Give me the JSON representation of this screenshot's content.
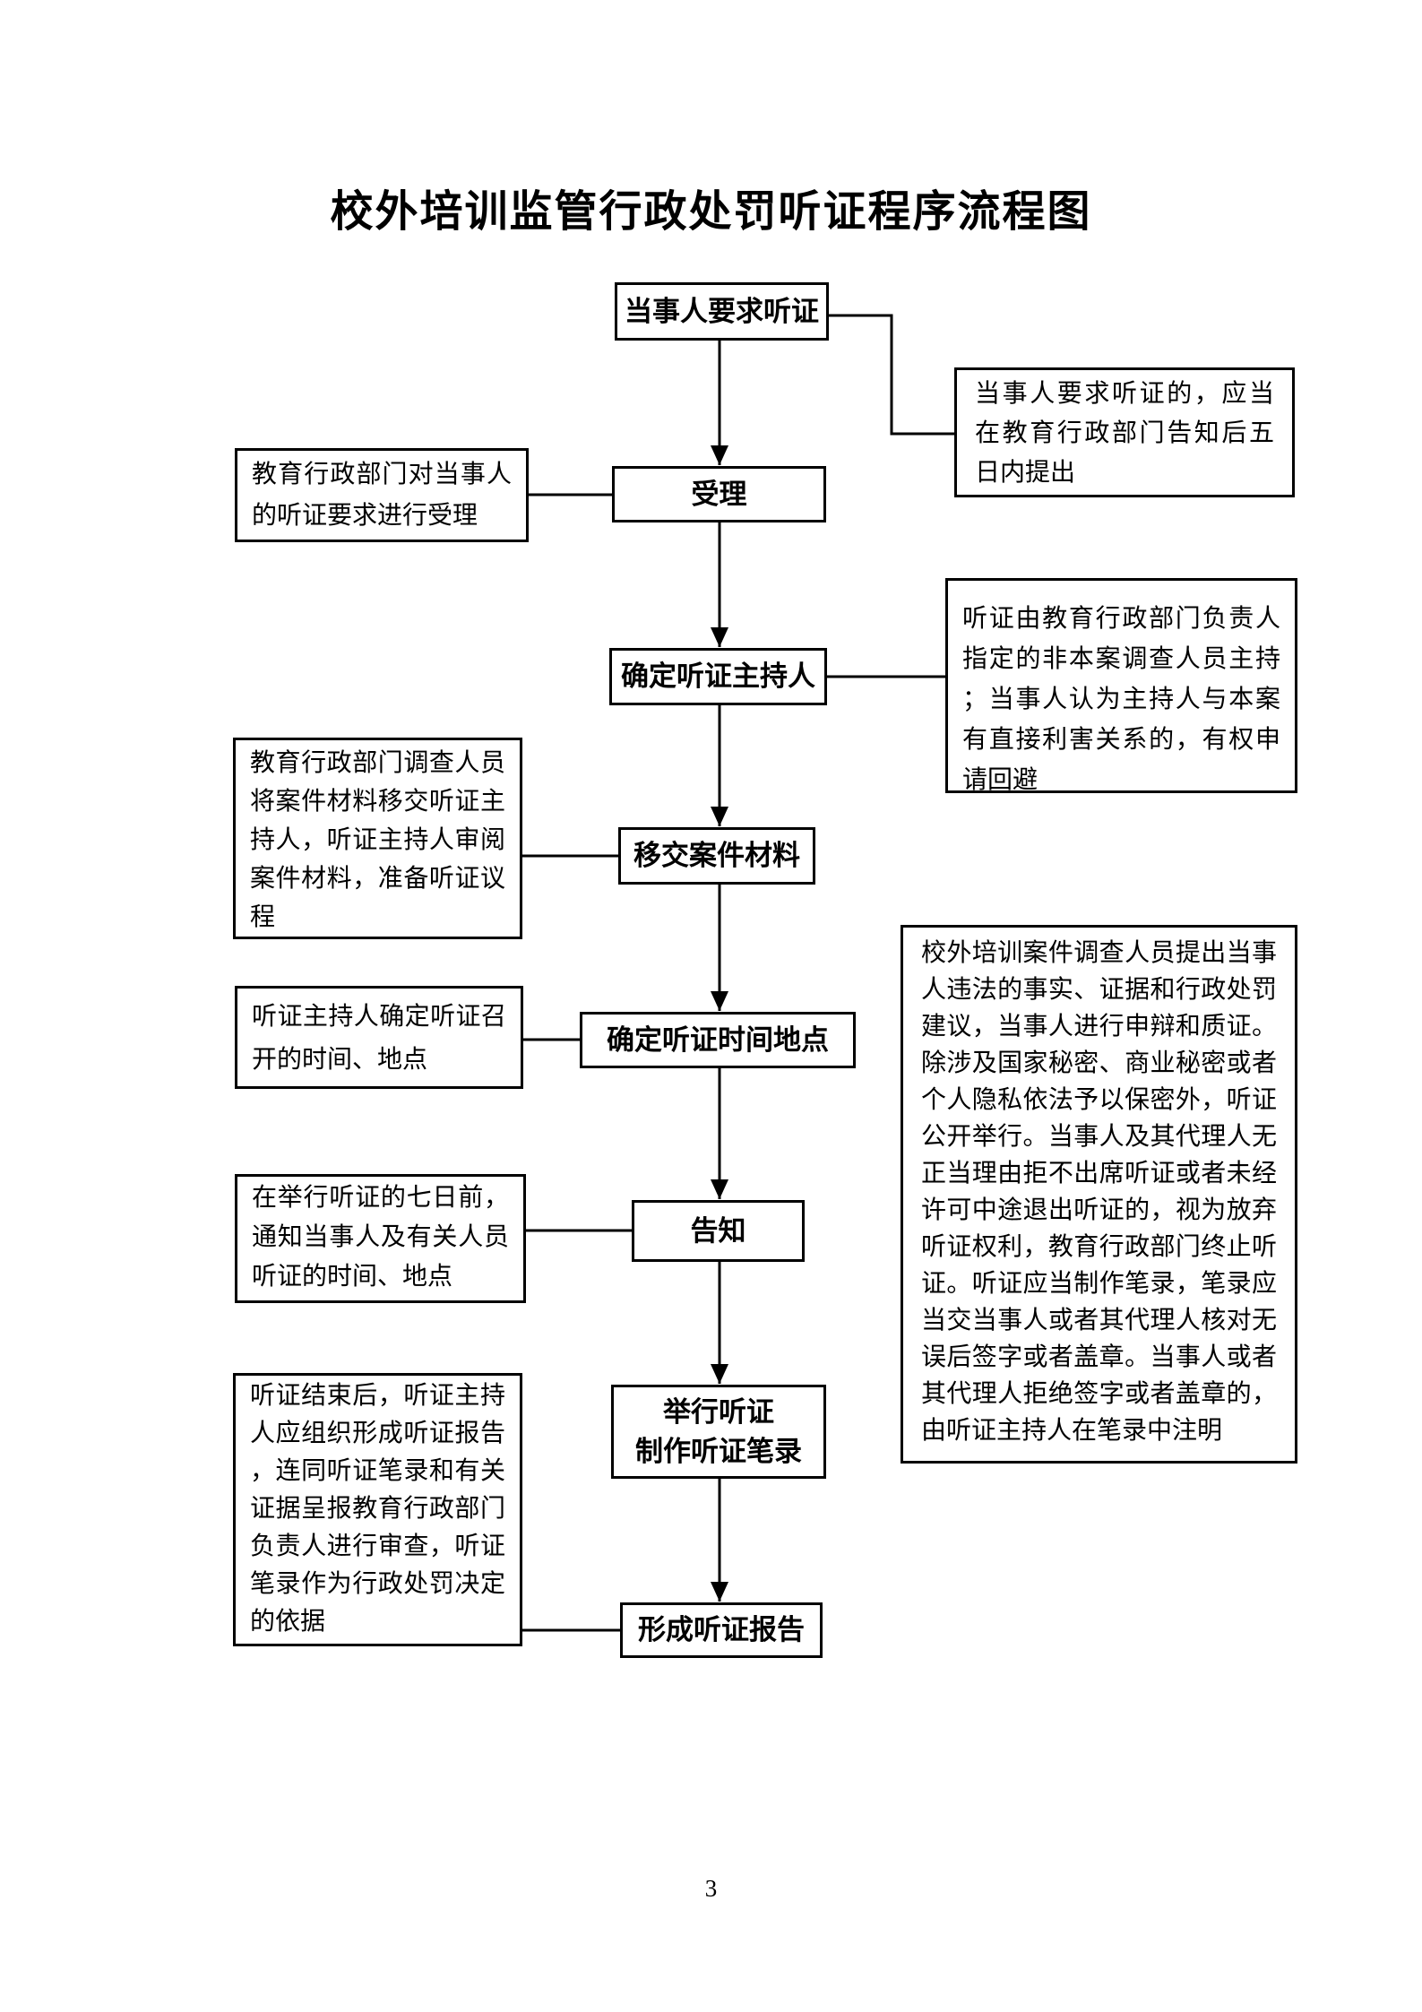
{
  "page": {
    "title": "校外培训监管行政处罚听证程序流程图",
    "page_number": "3"
  },
  "flow": {
    "request_hearing": "当事人要求听证",
    "accept": "受理",
    "determine_host": "确定听证主持人",
    "transfer_materials": "移交案件材料",
    "determine_time_place": "确定听证时间地点",
    "notify": "告知",
    "hold_hearing_line1": "举行听证",
    "hold_hearing_line2": "制作听证笔录",
    "form_report": "形成听证报告"
  },
  "notes": {
    "right1": "当事人要求听证的，应当在教育行政部门告知后五日内提出",
    "left1": "教育行政部门对当事人的听证要求进行受理",
    "right2": "听证由教育行政部门负责人指定的非本案调查人员主持；当事人认为主持人与本案有直接利害关系的，有权申请回避",
    "left2": "教育行政部门调查人员将案件材料移交听证主持人，听证主持人审阅案件材料，准备听证议程",
    "left3": "听证主持人确定听证召开的时间、地点",
    "right3": "校外培训案件调查人员提出当事人违法的事实、证据和行政处罚建议，当事人进行申辩和质证。除涉及国家秘密、商业秘密或者个人隐私依法予以保密外，听证公开举行。当事人及其代理人无正当理由拒不出席听证或者未经许可中途退出听证的，视为放弃听证权利，教育行政部门终止听证。听证应当制作笔录，笔录应当交当事人或者其代理人核对无误后签字或者盖章。当事人或者其代理人拒绝签字或者盖章的，由听证主持人在笔录中注明",
    "left4": "在举行听证的七日前，通知当事人及有关人员听证的时间、地点",
    "left5": "听证结束后，听证主持人应组织形成听证报告，连同听证笔录和有关证据呈报教育行政部门负责人进行审查，听证笔录作为行政处罚决定的依据"
  },
  "colors": {
    "line": "#000000",
    "background": "#ffffff",
    "text": "#000000"
  }
}
